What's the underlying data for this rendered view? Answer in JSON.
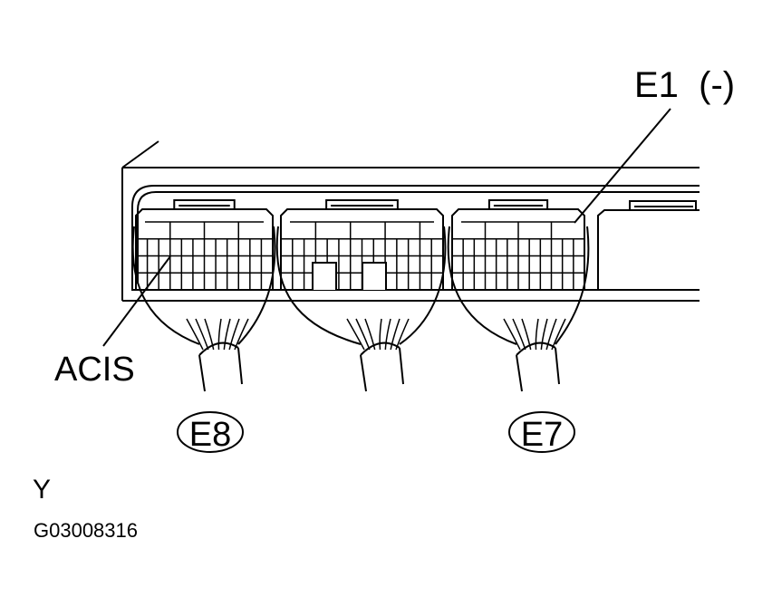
{
  "labels": {
    "e1": "E1  (-)",
    "acis": "ACIS",
    "e8": "E8",
    "e7": "E7",
    "y": "Y",
    "figure_id": "G03008316"
  },
  "colors": {
    "ink": "#000000",
    "paper": "#ffffff"
  }
}
